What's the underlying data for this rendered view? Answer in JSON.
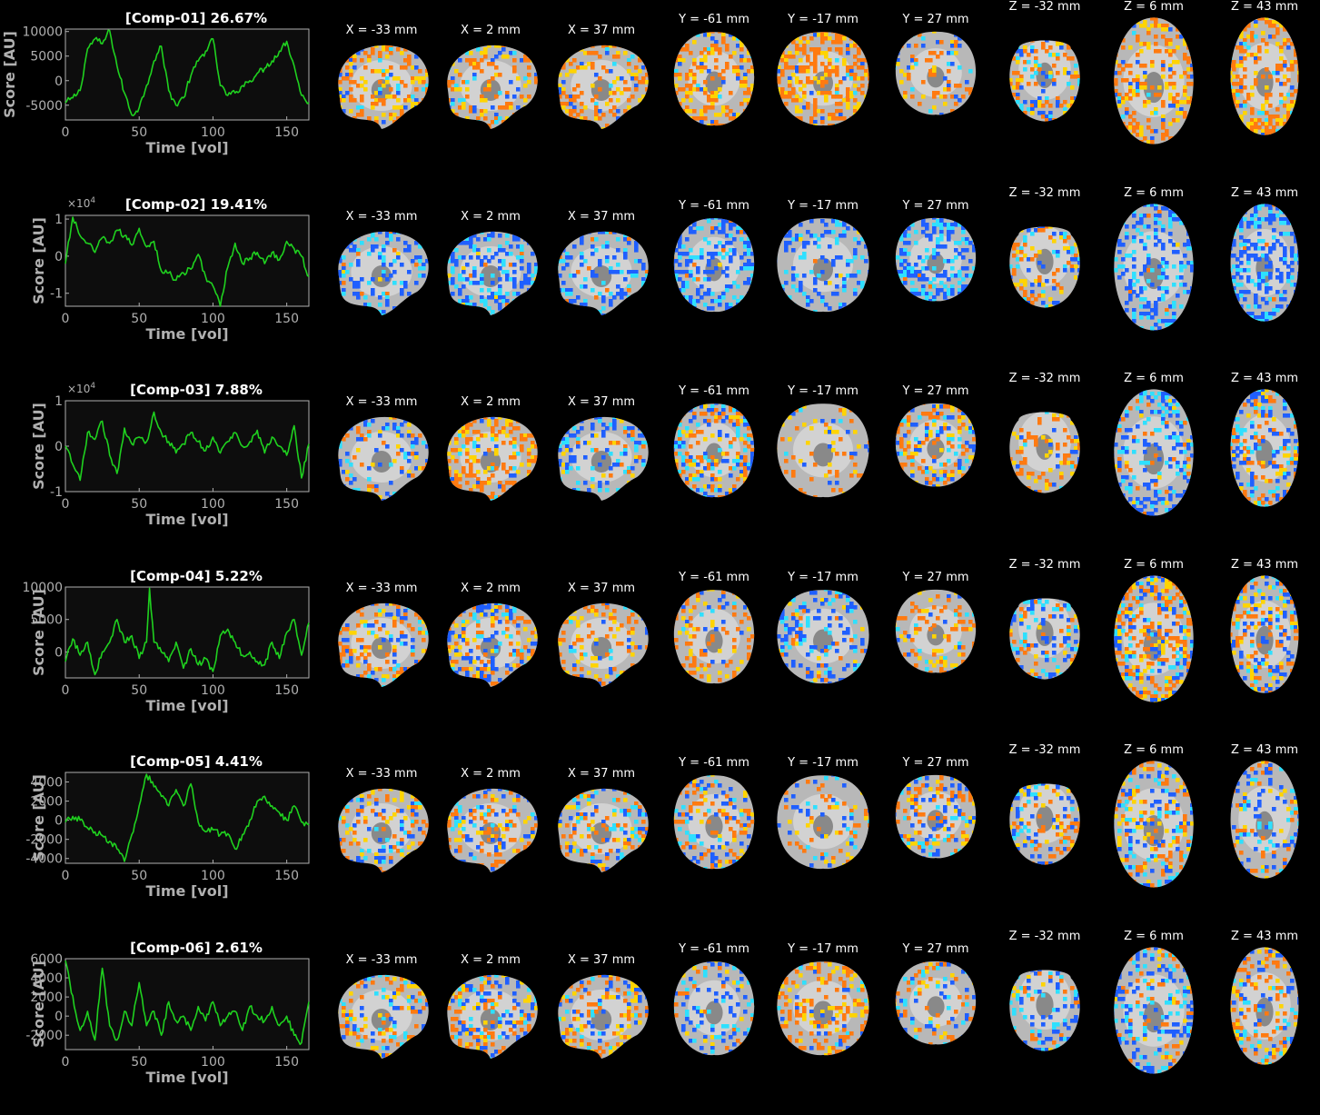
{
  "colors": {
    "background": "#000000",
    "axis": "#b0b0b0",
    "plot_bg": "#0d0d0d",
    "trace": "#1fd11f",
    "title": "#ffffff",
    "positive": "#ff7a10",
    "positive_strong": "#ffd400",
    "negative": "#1f5fff",
    "negative_strong": "#2ee0ff",
    "brain": "#b8b8b8"
  },
  "slice_labels": {
    "sagittal": [
      "X = -33 mm",
      "X = 2 mm",
      "X = 37 mm"
    ],
    "coronal": [
      "Y = -61 mm",
      "Y = -17 mm",
      "Y = 27 mm"
    ],
    "axial": [
      "Z = -32 mm",
      "Z = 6 mm",
      "Z = 43 mm"
    ]
  },
  "chart_data": [
    {
      "type": "line",
      "title": "[Comp-01] 26.67%",
      "xlabel": "Time [vol]",
      "ylabel": "Score [AU]",
      "xlim": [
        0,
        165
      ],
      "ylim": [
        -8000,
        10500
      ],
      "xticks": [
        0,
        50,
        100,
        150
      ],
      "yticks": [
        -5000,
        0,
        5000,
        10000
      ],
      "ytick_labels": [
        "-5000",
        "0",
        "5000",
        "10000"
      ],
      "exponent": "",
      "x": [
        0,
        5,
        10,
        15,
        20,
        25,
        30,
        35,
        40,
        45,
        50,
        55,
        60,
        65,
        70,
        75,
        80,
        85,
        90,
        95,
        100,
        105,
        110,
        115,
        120,
        125,
        130,
        135,
        140,
        145,
        150,
        155,
        160,
        165
      ],
      "y": [
        -4500,
        -3500,
        -2000,
        6500,
        8500,
        7500,
        10200,
        3000,
        -2500,
        -7000,
        -5500,
        -1000,
        4000,
        7000,
        -2000,
        -5000,
        -3500,
        1000,
        4000,
        6000,
        8500,
        -1000,
        -3000,
        -2500,
        -1000,
        0,
        1500,
        2500,
        4000,
        6000,
        8000,
        3000,
        -3000,
        -4500
      ],
      "slices": {
        "sagittal": [
          {
            "pos": 0.45,
            "neg": 0.12
          },
          {
            "pos": 0.35,
            "neg": 0.15
          },
          {
            "pos": 0.45,
            "neg": 0.1
          }
        ],
        "coronal": [
          {
            "pos": 0.55,
            "neg": 0.08
          },
          {
            "pos": 0.7,
            "neg": 0.08
          },
          {
            "pos": 0.2,
            "neg": 0.1
          }
        ],
        "axial": [
          {
            "pos": 0.3,
            "neg": 0.2
          },
          {
            "pos": 0.55,
            "neg": 0.08
          },
          {
            "pos": 0.6,
            "neg": 0.08
          }
        ]
      }
    },
    {
      "type": "line",
      "title": "[Comp-02] 19.41%",
      "xlabel": "Time [vol]",
      "ylabel": "Score [AU]",
      "xlim": [
        0,
        165
      ],
      "ylim": [
        -1.35,
        1.1
      ],
      "xticks": [
        0,
        50,
        100,
        150
      ],
      "yticks": [
        -1,
        0,
        1
      ],
      "ytick_labels": [
        "-1",
        "0",
        "1"
      ],
      "exponent": "×10",
      "exponent_power": "4",
      "x": [
        0,
        5,
        10,
        15,
        20,
        25,
        30,
        35,
        40,
        45,
        50,
        55,
        60,
        65,
        70,
        75,
        80,
        85,
        90,
        95,
        100,
        105,
        110,
        115,
        120,
        125,
        130,
        135,
        140,
        145,
        150,
        155,
        160,
        165
      ],
      "y": [
        -0.2,
        1.05,
        0.55,
        0.35,
        0.1,
        0.5,
        0.35,
        0.7,
        0.55,
        0.3,
        0.75,
        0.25,
        0.4,
        -0.4,
        -0.45,
        -0.65,
        -0.45,
        -0.35,
        0.05,
        -0.55,
        -0.8,
        -1.35,
        -0.3,
        0.35,
        -0.2,
        -0.05,
        0.1,
        -0.2,
        0.1,
        -0.1,
        0.4,
        0.2,
        0.0,
        -0.55
      ],
      "slices": {
        "sagittal": [
          {
            "pos": 0.06,
            "neg": 0.45
          },
          {
            "pos": 0.03,
            "neg": 0.65
          },
          {
            "pos": 0.05,
            "neg": 0.45
          }
        ],
        "coronal": [
          {
            "pos": 0.02,
            "neg": 0.6
          },
          {
            "pos": 0.02,
            "neg": 0.35
          },
          {
            "pos": 0.02,
            "neg": 0.55
          }
        ],
        "axial": [
          {
            "pos": 0.3,
            "neg": 0.25
          },
          {
            "pos": 0.02,
            "neg": 0.55
          },
          {
            "pos": 0.02,
            "neg": 0.7
          }
        ]
      }
    },
    {
      "type": "line",
      "title": "[Comp-03] 7.88%",
      "xlabel": "Time [vol]",
      "ylabel": "Score [AU]",
      "xlim": [
        0,
        165
      ],
      "ylim": [
        -1,
        1
      ],
      "xticks": [
        0,
        50,
        100,
        150
      ],
      "yticks": [
        -1,
        0,
        1
      ],
      "ytick_labels": [
        "-1",
        "0",
        "1"
      ],
      "exponent": "×10",
      "exponent_power": "4",
      "x": [
        0,
        5,
        10,
        15,
        20,
        25,
        30,
        35,
        40,
        45,
        50,
        55,
        60,
        65,
        70,
        75,
        80,
        85,
        90,
        95,
        100,
        105,
        110,
        115,
        120,
        125,
        130,
        135,
        140,
        145,
        150,
        155,
        160,
        165
      ],
      "y": [
        0.0,
        -0.4,
        -0.75,
        0.3,
        0.15,
        0.55,
        -0.2,
        -0.6,
        0.4,
        0.05,
        0.2,
        0.1,
        0.75,
        0.3,
        0.1,
        -0.15,
        0.05,
        0.3,
        0.1,
        -0.1,
        0.2,
        -0.15,
        0.1,
        0.3,
        0.0,
        0.1,
        0.35,
        -0.15,
        0.2,
        0.0,
        -0.2,
        0.45,
        -0.7,
        0.05
      ],
      "slices": {
        "sagittal": [
          {
            "pos": 0.15,
            "neg": 0.3
          },
          {
            "pos": 0.6,
            "neg": 0.1
          },
          {
            "pos": 0.12,
            "neg": 0.35
          }
        ],
        "coronal": [
          {
            "pos": 0.35,
            "neg": 0.35
          },
          {
            "pos": 0.2,
            "neg": 0.05
          },
          {
            "pos": 0.35,
            "neg": 0.25
          }
        ],
        "axial": [
          {
            "pos": 0.35,
            "neg": 0.1
          },
          {
            "pos": 0.12,
            "neg": 0.45
          },
          {
            "pos": 0.3,
            "neg": 0.35
          }
        ]
      }
    },
    {
      "type": "line",
      "title": "[Comp-04] 5.22%",
      "xlabel": "Time [vol]",
      "ylabel": "Score [AU]",
      "xlim": [
        0,
        165
      ],
      "ylim": [
        -4000,
        10000
      ],
      "xticks": [
        0,
        50,
        100,
        150
      ],
      "yticks": [
        0,
        5000,
        10000
      ],
      "ytick_labels": [
        "0",
        "5000",
        "10000"
      ],
      "exponent": "",
      "x": [
        0,
        5,
        10,
        15,
        20,
        25,
        30,
        35,
        40,
        45,
        50,
        55,
        57,
        60,
        65,
        70,
        75,
        80,
        85,
        90,
        95,
        100,
        105,
        110,
        115,
        120,
        125,
        130,
        135,
        140,
        145,
        150,
        155,
        160,
        165
      ],
      "y": [
        -1500,
        2000,
        -500,
        1500,
        -3500,
        0,
        1500,
        5000,
        1500,
        2500,
        -1000,
        1500,
        9800,
        1500,
        0,
        -1500,
        1500,
        -2500,
        500,
        -2000,
        -1000,
        -3000,
        2500,
        3500,
        1500,
        -500,
        0,
        -1500,
        -2000,
        1500,
        -1000,
        3000,
        5000,
        -500,
        4500
      ],
      "slices": {
        "sagittal": [
          {
            "pos": 0.3,
            "neg": 0.2
          },
          {
            "pos": 0.35,
            "neg": 0.3
          },
          {
            "pos": 0.3,
            "neg": 0.12
          }
        ],
        "coronal": [
          {
            "pos": 0.3,
            "neg": 0.08
          },
          {
            "pos": 0.1,
            "neg": 0.35
          },
          {
            "pos": 0.35,
            "neg": 0.1
          }
        ],
        "axial": [
          {
            "pos": 0.2,
            "neg": 0.35
          },
          {
            "pos": 0.45,
            "neg": 0.3
          },
          {
            "pos": 0.35,
            "neg": 0.3
          }
        ]
      }
    },
    {
      "type": "line",
      "title": "[Comp-05] 4.41%",
      "xlabel": "Time [vol]",
      "ylabel": "Score [AU]",
      "xlim": [
        0,
        165
      ],
      "ylim": [
        -4500,
        5000
      ],
      "xticks": [
        0,
        50,
        100,
        150
      ],
      "yticks": [
        -4000,
        -2000,
        0,
        2000,
        4000
      ],
      "ytick_labels": [
        "-4000",
        "-2000",
        "0",
        "2000",
        "4000"
      ],
      "exponent": "",
      "x": [
        0,
        5,
        10,
        15,
        20,
        25,
        30,
        35,
        40,
        45,
        50,
        55,
        60,
        65,
        70,
        75,
        80,
        85,
        90,
        95,
        100,
        105,
        110,
        115,
        120,
        125,
        130,
        135,
        140,
        145,
        150,
        155,
        160,
        165
      ],
      "y": [
        -200,
        400,
        0,
        -800,
        -1200,
        -1600,
        -2200,
        -3000,
        -4300,
        -1500,
        1500,
        4800,
        3500,
        2500,
        1500,
        3200,
        1500,
        3800,
        -200,
        -1200,
        -1000,
        -1500,
        -1400,
        -3000,
        -1500,
        0,
        2000,
        2500,
        1500,
        800,
        0,
        1500,
        -200,
        -500
      ],
      "slices": {
        "sagittal": [
          {
            "pos": 0.3,
            "neg": 0.2
          },
          {
            "pos": 0.35,
            "neg": 0.25
          },
          {
            "pos": 0.25,
            "neg": 0.25
          }
        ],
        "coronal": [
          {
            "pos": 0.3,
            "neg": 0.2
          },
          {
            "pos": 0.12,
            "neg": 0.1
          },
          {
            "pos": 0.35,
            "neg": 0.2
          }
        ],
        "axial": [
          {
            "pos": 0.25,
            "neg": 0.3
          },
          {
            "pos": 0.3,
            "neg": 0.3
          },
          {
            "pos": 0.15,
            "neg": 0.25
          }
        ]
      }
    },
    {
      "type": "line",
      "title": "[Comp-06] 2.61%",
      "xlabel": "Time [vol]",
      "ylabel": "Score [AU]",
      "xlim": [
        0,
        165
      ],
      "ylim": [
        -3500,
        6000
      ],
      "xticks": [
        0,
        50,
        100,
        150
      ],
      "yticks": [
        -2000,
        0,
        2000,
        4000,
        6000
      ],
      "ytick_labels": [
        "-2000",
        "0",
        "2000",
        "4000",
        "6000"
      ],
      "exponent": "",
      "x": [
        0,
        3,
        6,
        10,
        15,
        20,
        25,
        30,
        35,
        40,
        45,
        50,
        55,
        60,
        65,
        70,
        75,
        80,
        85,
        90,
        95,
        100,
        105,
        110,
        115,
        120,
        125,
        130,
        135,
        140,
        145,
        150,
        155,
        160,
        165
      ],
      "y": [
        5800,
        3500,
        1000,
        -1500,
        500,
        -2500,
        5000,
        -1000,
        -2500,
        500,
        -1000,
        3500,
        -1000,
        500,
        -2000,
        1500,
        -500,
        0,
        -1500,
        1000,
        -500,
        1500,
        -1000,
        0,
        500,
        -1500,
        1000,
        0,
        -500,
        1000,
        -1000,
        0,
        -2000,
        -2800,
        1500
      ],
      "slices": {
        "sagittal": [
          {
            "pos": 0.3,
            "neg": 0.2
          },
          {
            "pos": 0.3,
            "neg": 0.3
          },
          {
            "pos": 0.3,
            "neg": 0.2
          }
        ],
        "coronal": [
          {
            "pos": 0.12,
            "neg": 0.25
          },
          {
            "pos": 0.4,
            "neg": 0.1
          },
          {
            "pos": 0.2,
            "neg": 0.25
          }
        ],
        "axial": [
          {
            "pos": 0.1,
            "neg": 0.4
          },
          {
            "pos": 0.15,
            "neg": 0.4
          },
          {
            "pos": 0.25,
            "neg": 0.25
          }
        ]
      }
    }
  ]
}
